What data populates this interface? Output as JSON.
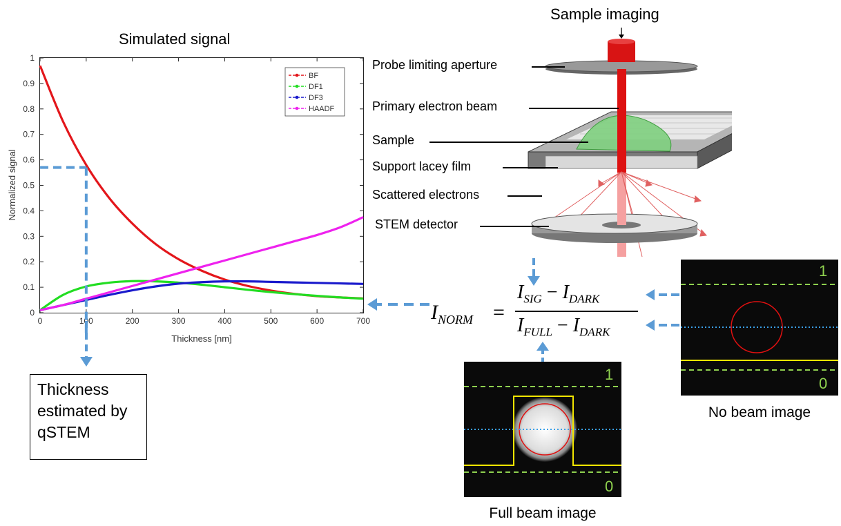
{
  "chart_title": "Simulated signal",
  "diagram_title": "Sample imaging",
  "chart_data": {
    "type": "line",
    "xlabel": "Thickness [nm]",
    "ylabel": "Normalized signal",
    "xlim": [
      0,
      700
    ],
    "ylim": [
      0,
      1
    ],
    "xticks": [
      0,
      100,
      200,
      300,
      400,
      500,
      600,
      700
    ],
    "yticks": [
      0,
      0.1,
      0.2,
      0.3,
      0.4,
      0.5,
      0.6,
      0.7,
      0.8,
      0.9,
      1
    ],
    "legend_position": "top-right",
    "grid": false,
    "x": [
      0,
      50,
      100,
      150,
      200,
      250,
      300,
      350,
      400,
      450,
      500,
      550,
      600,
      650,
      700
    ],
    "series": [
      {
        "name": "BF",
        "color": "#e3161b",
        "values": [
          0.97,
          0.75,
          0.58,
          0.45,
          0.35,
          0.27,
          0.21,
          0.165,
          0.13,
          0.105,
          0.087,
          0.074,
          0.065,
          0.06,
          0.056
        ]
      },
      {
        "name": "DF1",
        "color": "#22dd22",
        "values": [
          0.01,
          0.07,
          0.103,
          0.118,
          0.124,
          0.123,
          0.118,
          0.11,
          0.1,
          0.09,
          0.081,
          0.073,
          0.066,
          0.06,
          0.055
        ]
      },
      {
        "name": "DF3",
        "color": "#1a1acc",
        "values": [
          0.01,
          0.03,
          0.05,
          0.07,
          0.088,
          0.103,
          0.114,
          0.12,
          0.123,
          0.123,
          0.121,
          0.119,
          0.117,
          0.115,
          0.113
        ]
      },
      {
        "name": "HAADF",
        "color": "#ee22ee",
        "values": [
          0.01,
          0.03,
          0.055,
          0.08,
          0.105,
          0.13,
          0.155,
          0.18,
          0.205,
          0.23,
          0.255,
          0.28,
          0.305,
          0.335,
          0.375
        ]
      }
    ],
    "annotation": {
      "x": 100,
      "y": 0.57,
      "color": "#5b9bd5"
    }
  },
  "thickness_box": "Thickness estimated by qSTEM",
  "diagram_labels": {
    "aperture": "Probe limiting aperture",
    "beam": "Primary electron beam",
    "sample": "Sample",
    "film": "Support lacey film",
    "scattered": "Scattered electrons",
    "detector": "STEM detector"
  },
  "equation": {
    "lhs_main": "I",
    "lhs_sub": "NORM",
    "num_a": "I",
    "num_a_sub": "SIG",
    "num_b": "I",
    "num_b_sub": "DARK",
    "den_a": "I",
    "den_a_sub": "FULL",
    "den_b": "I",
    "den_b_sub": "DARK",
    "equals": "=",
    "minus": "−"
  },
  "full_beam": {
    "caption": "Full beam image",
    "top_label": "1",
    "bottom_label": "0"
  },
  "no_beam": {
    "caption": "No beam image",
    "top_label": "1",
    "bottom_label": "0"
  },
  "colors": {
    "arrow": "#5b9bd5",
    "beam": "#dd1111",
    "sample": "#66cc66",
    "level_line": "#8fd14f",
    "profile": "#f2e600"
  }
}
